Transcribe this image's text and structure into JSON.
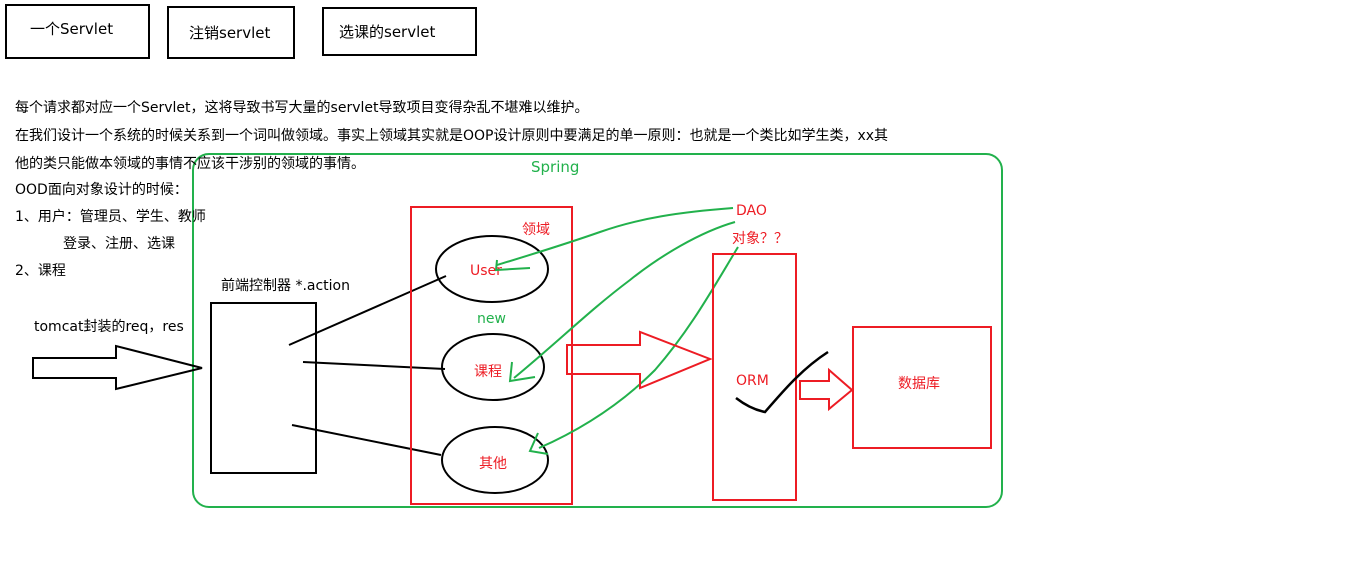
{
  "top_boxes": {
    "servlet": "一个Servlet",
    "logout": "注销servlet",
    "course_select": "选课的servlet"
  },
  "notes": {
    "line1": "每个请求都对应一个Servlet，这将导致书写大量的servlet导致项目变得杂乱不堪难以维护。",
    "line2": "在我们设计一个系统的时候关系到一个词叫做领域。事实上领域其实就是OOP设计原则中要满足的单一原则：也就是一个类比如学生类，xx其",
    "line3": "他的类只能做本领域的事情不应该干涉别的领域的事情。",
    "line4": "OOD面向对象设计的时候：",
    "line5": "1、用户：管理员、学生、教师",
    "line6": "登录、注册、选课",
    "line7": "2、课程"
  },
  "diagram": {
    "spring": "Spring",
    "front_controller": "前端控制器  *.action",
    "tomcat": "tomcat封装的req，res",
    "domain": "领域",
    "user": "User",
    "new": "new",
    "course": "课程",
    "other": "其他",
    "dao": "DAO",
    "object": "对象？？",
    "orm": "ORM",
    "database": "数据库"
  },
  "colors": {
    "green": "#22b14c",
    "red": "#ed1c24",
    "black": "#000000"
  }
}
